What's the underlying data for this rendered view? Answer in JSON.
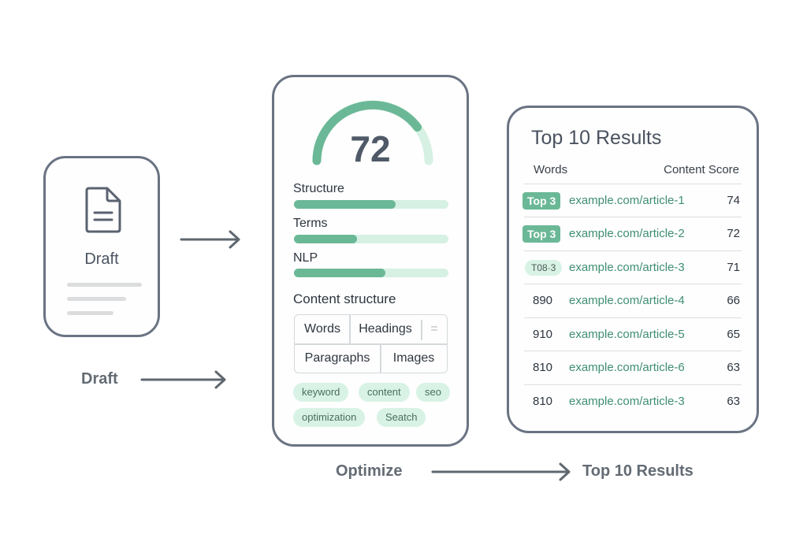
{
  "draft_card": {
    "title": "Draft",
    "icon": "document-icon"
  },
  "flow": {
    "draft_label": "Draft",
    "optimize_label": "Optimize",
    "results_label": "Top 10 Results"
  },
  "optimize_card": {
    "score": "72",
    "score_value": 72,
    "metrics": [
      {
        "label": "Structure",
        "percent": 66
      },
      {
        "label": "Terms",
        "percent": 41
      },
      {
        "label": "NLP",
        "percent": 59
      }
    ],
    "content_structure": {
      "title": "Content structure",
      "row1": [
        "Words",
        "Headings",
        "="
      ],
      "row2": [
        "Paragraphs",
        "Images"
      ]
    },
    "tags": [
      "keyword",
      "content",
      "seo",
      "optimization",
      "Seatch"
    ]
  },
  "results_card": {
    "title": "Top 10 Results",
    "columns": {
      "words": "Words",
      "score": "Content Score"
    },
    "rows": [
      {
        "badge": "Top 3",
        "badge_type": "solid",
        "url": "example.com/article-1",
        "score": "74"
      },
      {
        "badge": "Top 3",
        "badge_type": "solid",
        "url": "example.com/article-2",
        "score": "72"
      },
      {
        "badge": "T08·3",
        "badge_type": "soft",
        "url": "example.com/article-3",
        "score": "71"
      },
      {
        "words": "890",
        "url": "example.com/article-4",
        "score": "66"
      },
      {
        "words": "910",
        "url": "example.com/article-5",
        "score": "65"
      },
      {
        "words": "810",
        "url": "example.com/article-6",
        "score": "63"
      },
      {
        "words": "810",
        "url": "example.com/article-3",
        "score": "63"
      }
    ]
  },
  "colors": {
    "accent": "#6bb897",
    "accent_light": "#d8f2e6",
    "border": "#6a7383",
    "link": "#3f8e72"
  }
}
